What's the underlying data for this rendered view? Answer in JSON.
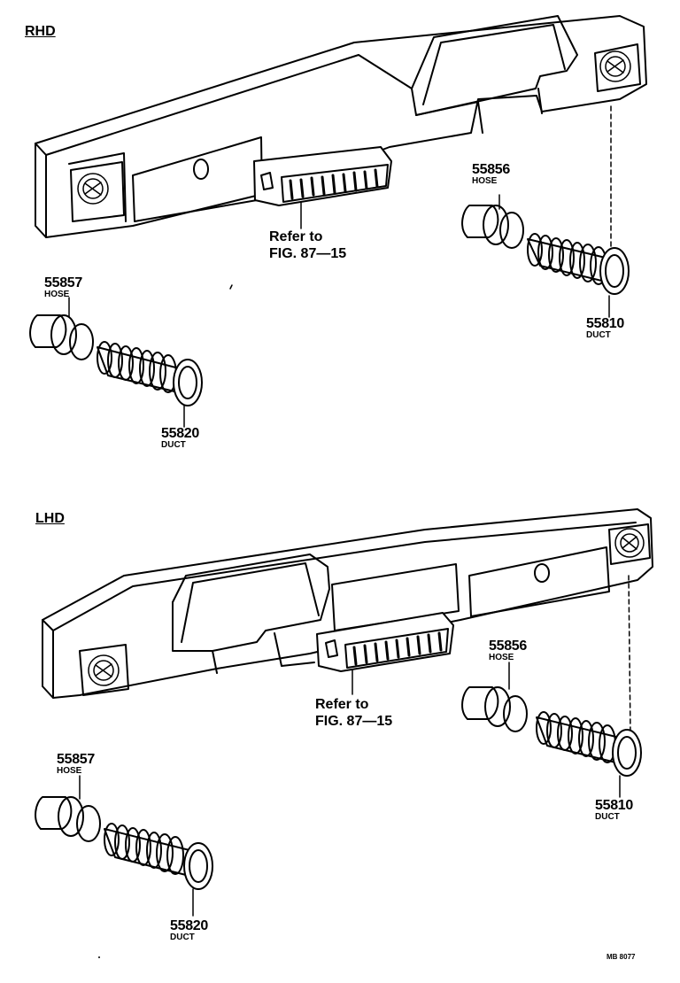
{
  "diagram": {
    "code": "MB 8077",
    "sections": [
      {
        "id": "rhd",
        "title": "RHD",
        "refer_line1": "Refer to",
        "refer_line2": "FIG. 87—15",
        "parts": [
          {
            "number": "55856",
            "name": "HOSE"
          },
          {
            "number": "55810",
            "name": "DUCT"
          },
          {
            "number": "55857",
            "name": "HOSE"
          },
          {
            "number": "55820",
            "name": "DUCT"
          }
        ]
      },
      {
        "id": "lhd",
        "title": "LHD",
        "refer_line1": "Refer to",
        "refer_line2": "FIG. 87—15",
        "parts": [
          {
            "number": "55856",
            "name": "HOSE"
          },
          {
            "number": "55810",
            "name": "DUCT"
          },
          {
            "number": "55857",
            "name": "HOSE"
          },
          {
            "number": "55820",
            "name": "DUCT"
          }
        ]
      }
    ]
  }
}
